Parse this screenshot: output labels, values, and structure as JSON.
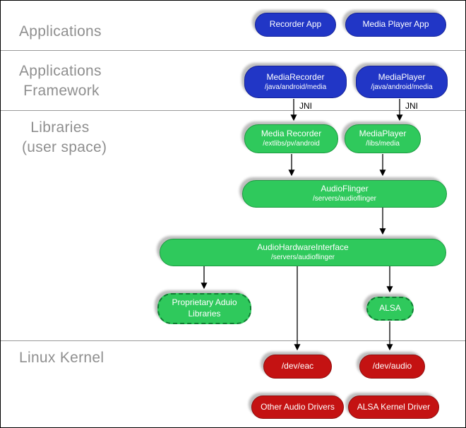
{
  "layers": {
    "applications": "Applications",
    "applications_framework": "Applications\n Framework",
    "libraries": "  Libraries\n(user space)",
    "linux_kernel": "Linux Kernel"
  },
  "labels": {
    "jni": "JNI"
  },
  "colors": {
    "framework_blue": "#2136c6",
    "library_green": "#2fc95c",
    "kernel_red": "#c41212",
    "shadow_gray": "#bdbdbd",
    "layer_label_gray": "#8f8f8f"
  },
  "nodes": {
    "recorder_app": {
      "title": "Recorder App"
    },
    "media_player_app": {
      "title": "Media Player App"
    },
    "media_recorder_framework": {
      "title": "MediaRecorder",
      "subtitle": "/java/android/media"
    },
    "media_player_framework": {
      "title": "MediaPlayer",
      "subtitle": "/java/android/media"
    },
    "media_recorder_lib": {
      "title": "Media Recorder",
      "subtitle": "/extlibs/pv/android"
    },
    "media_player_lib": {
      "title": "MediaPlayer",
      "subtitle": "/libs/media"
    },
    "audio_flinger": {
      "title": "AudioFlinger",
      "subtitle": "/servers/audioflinger"
    },
    "audio_hardware_interface": {
      "title": "AudioHardwareInterface",
      "subtitle": "/servers/audioflinger"
    },
    "proprietary_audio_libraries": {
      "title": "Proprietary Aduio\nLibraries"
    },
    "alsa": {
      "title": "ALSA"
    },
    "dev_eac": {
      "title": "/dev/eac"
    },
    "dev_audio": {
      "title": "/dev/audio"
    },
    "other_audio_drivers": {
      "title": "Other Audio Drivers"
    },
    "alsa_kernel_driver": {
      "title": "ALSA Kernel Driver"
    }
  }
}
